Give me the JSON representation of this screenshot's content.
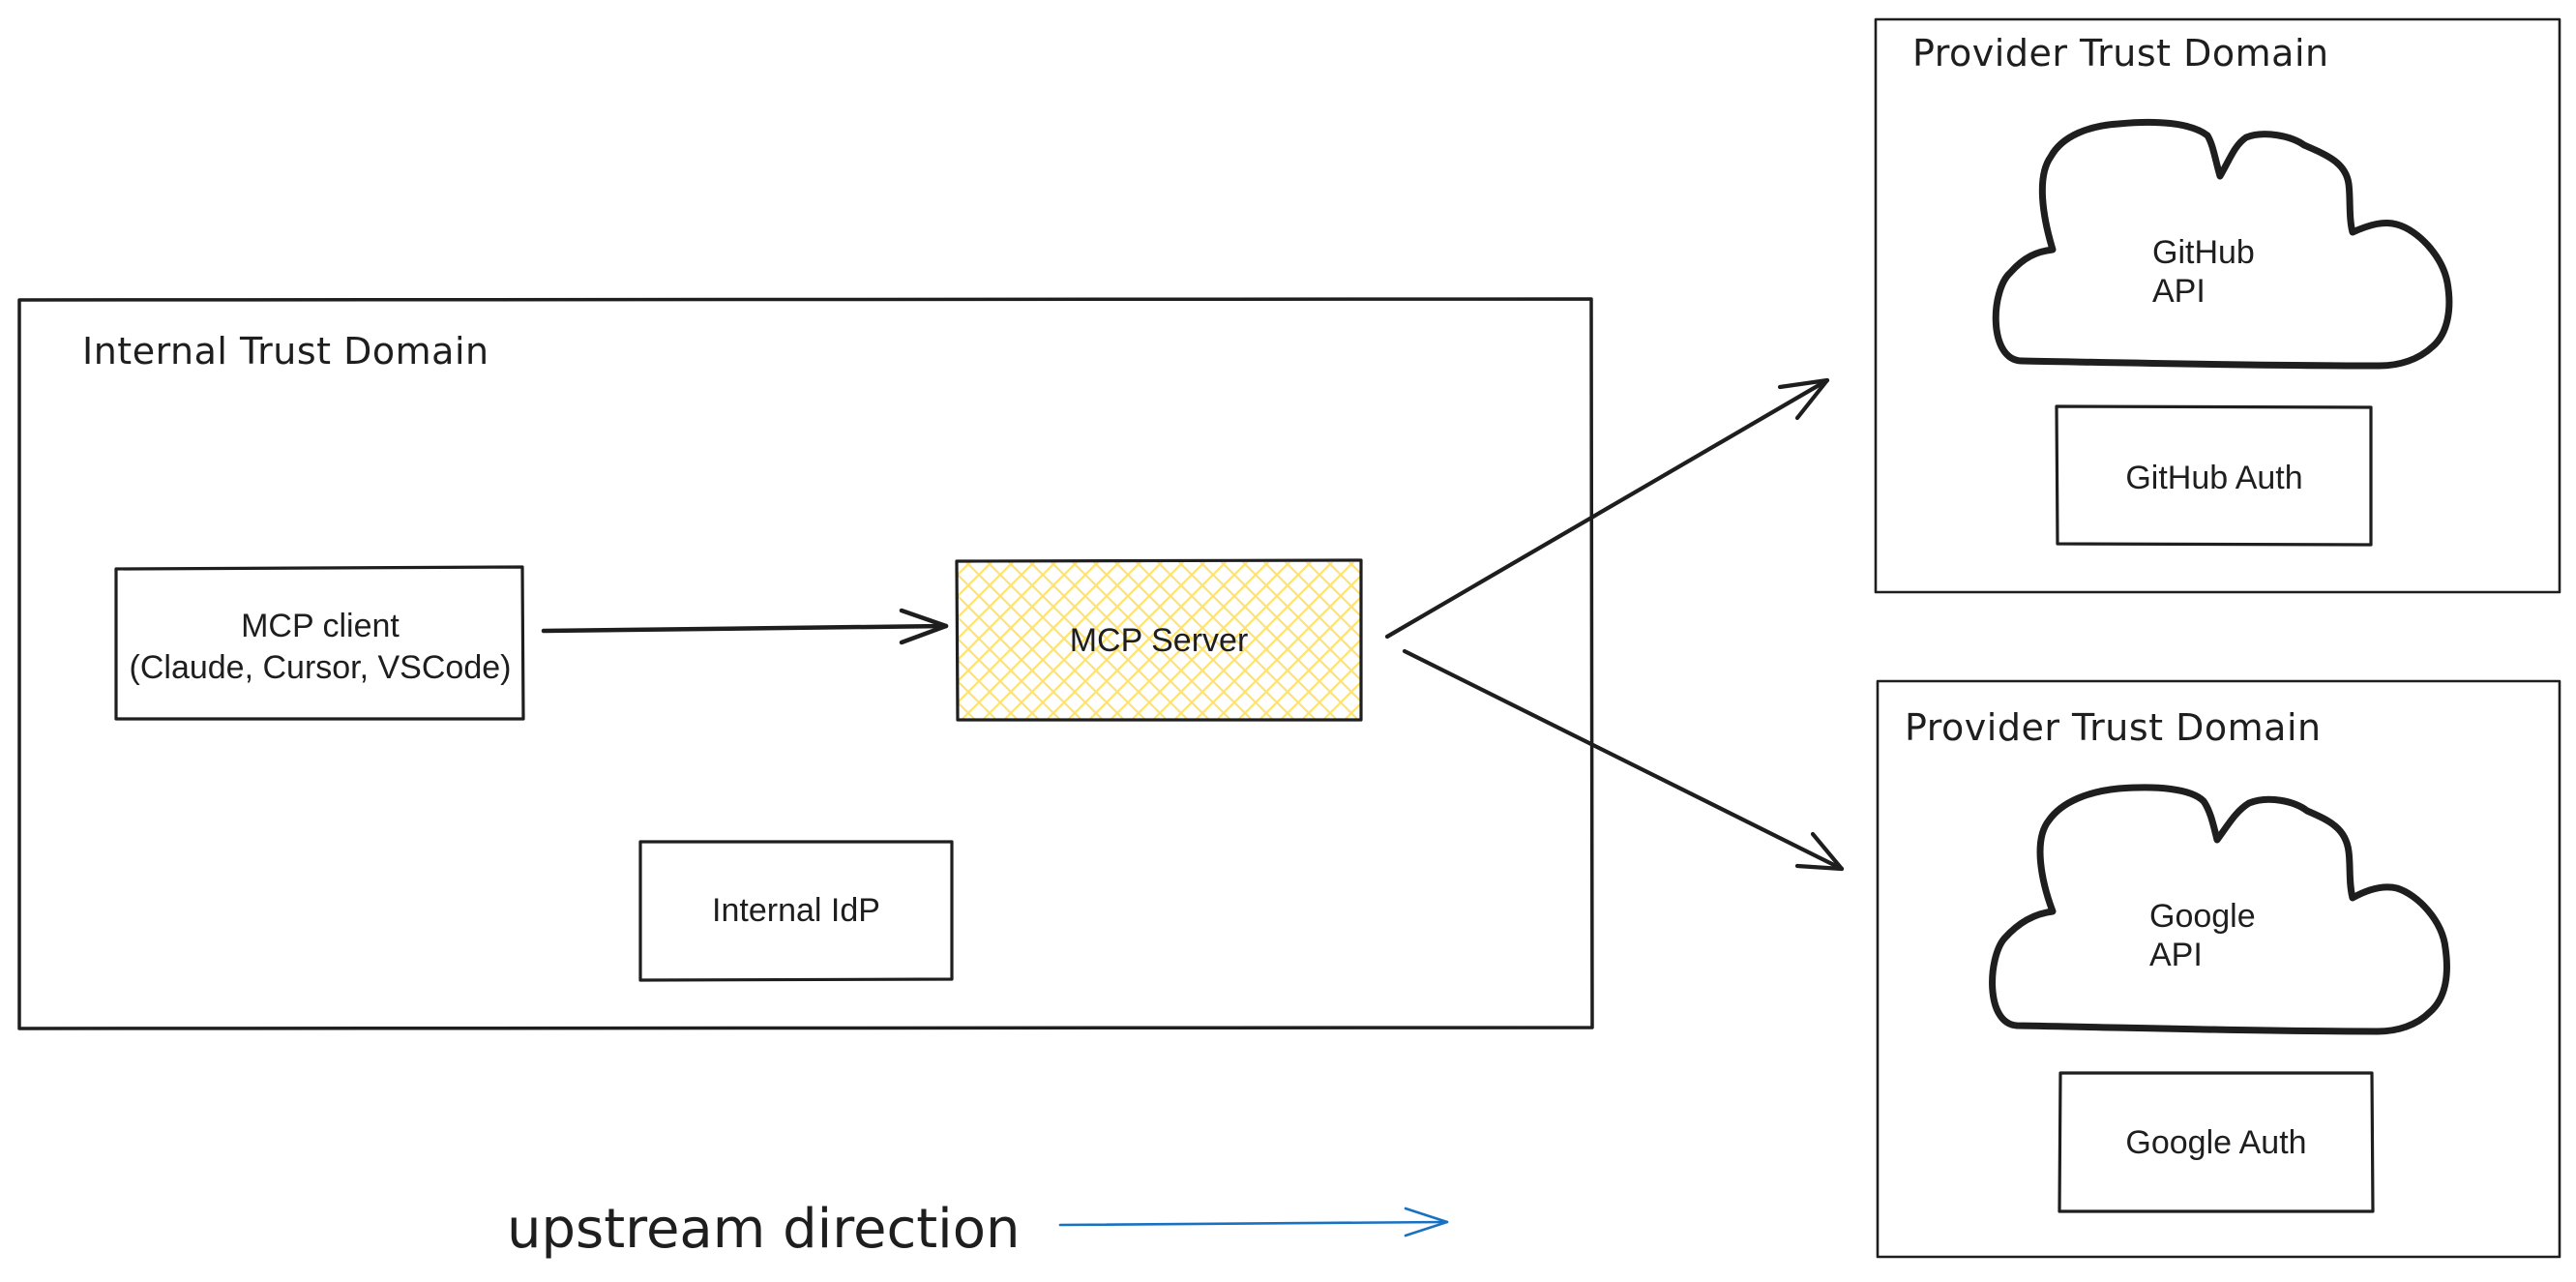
{
  "internal_domain": {
    "title": "Internal Trust Domain",
    "mcp_client": {
      "line1": "MCP client",
      "line2": "(Claude, Cursor, VSCode)"
    },
    "mcp_server": {
      "label": "MCP Server",
      "fill_color": "#ffec99"
    },
    "internal_idp": {
      "label": "Internal IdP"
    }
  },
  "providers": [
    {
      "title": "Provider Trust Domain",
      "api": {
        "line1": "GitHub",
        "line2": "API",
        "icon": "cloud-icon"
      },
      "auth": {
        "label": "GitHub Auth"
      }
    },
    {
      "title": "Provider Trust Domain",
      "api": {
        "line1": "Google",
        "line2": "API",
        "icon": "cloud-icon"
      },
      "auth": {
        "label": "Google Auth"
      }
    }
  ],
  "legend": {
    "label": "upstream direction",
    "arrow_color": "#1971c2"
  },
  "colors": {
    "stroke": "#1e1e1e",
    "background": "#ffffff"
  }
}
